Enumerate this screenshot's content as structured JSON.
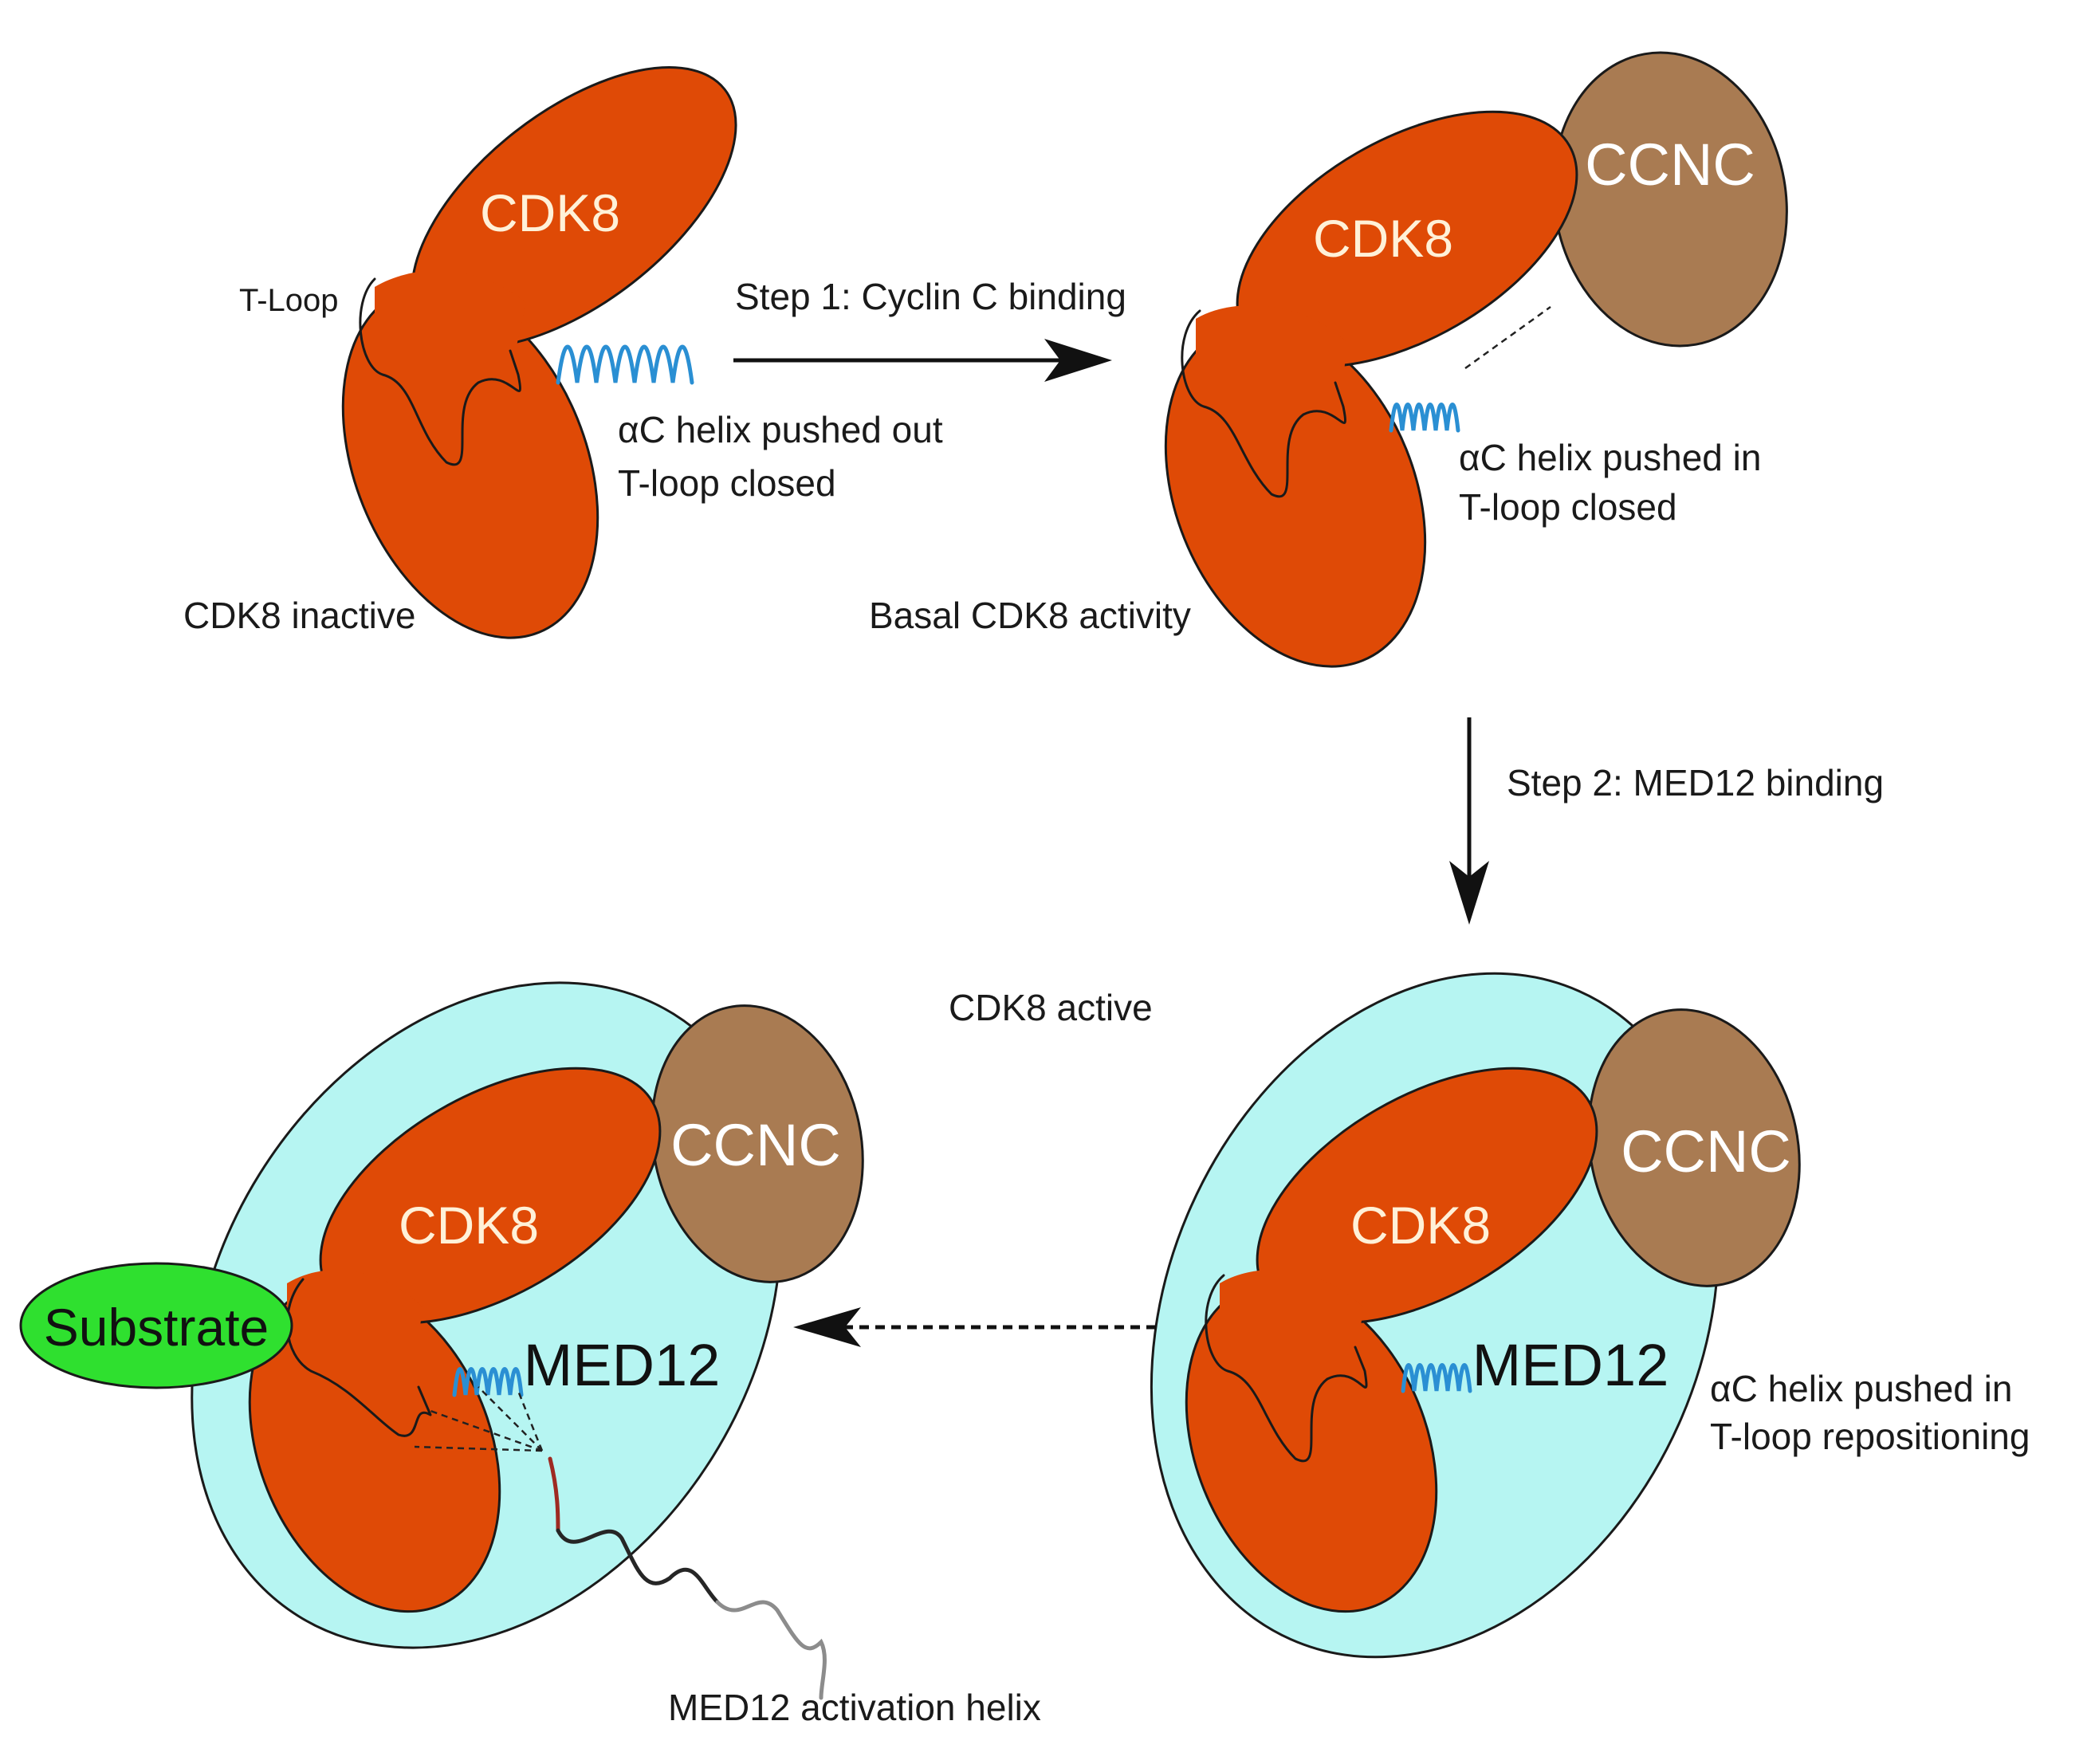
{
  "colors": {
    "cdk8": "#df4a06",
    "ccnc": "#a97b52",
    "med12": "#b6f5f2",
    "substrate": "#2fe02f",
    "helix": "#2a8fd3",
    "activation_helix_dark": "#262626",
    "activation_helix_grey": "#8c8c8c",
    "activation_helix_red": "#9e2a22"
  },
  "panels": {
    "inactive": {
      "cdk8_label": "CDK8",
      "tloop_label": "T-Loop",
      "state_label": "CDK8 inactive",
      "helix_line1": "αC helix pushed out",
      "helix_line2": "T-loop closed"
    },
    "basal": {
      "cdk8_label": "CDK8",
      "ccnc_label": "CCNC",
      "state_label": "Basal CDK8 activity",
      "helix_line1": "αC helix pushed in",
      "helix_line2": "T-loop closed"
    },
    "med12_bound": {
      "cdk8_label": "CDK8",
      "ccnc_label": "CCNC",
      "med12_label": "MED12",
      "helix_line1": "αC helix pushed in",
      "helix_line2": "T-loop repositioning"
    },
    "active": {
      "cdk8_label": "CDK8",
      "ccnc_label": "CCNC",
      "med12_label": "MED12",
      "substrate_label": "Substrate",
      "state_label": "CDK8 active",
      "activation_helix_label": "MED12 activation helix"
    }
  },
  "steps": {
    "step1": "Step 1: Cyclin C binding",
    "step2": "Step 2: MED12 binding"
  }
}
